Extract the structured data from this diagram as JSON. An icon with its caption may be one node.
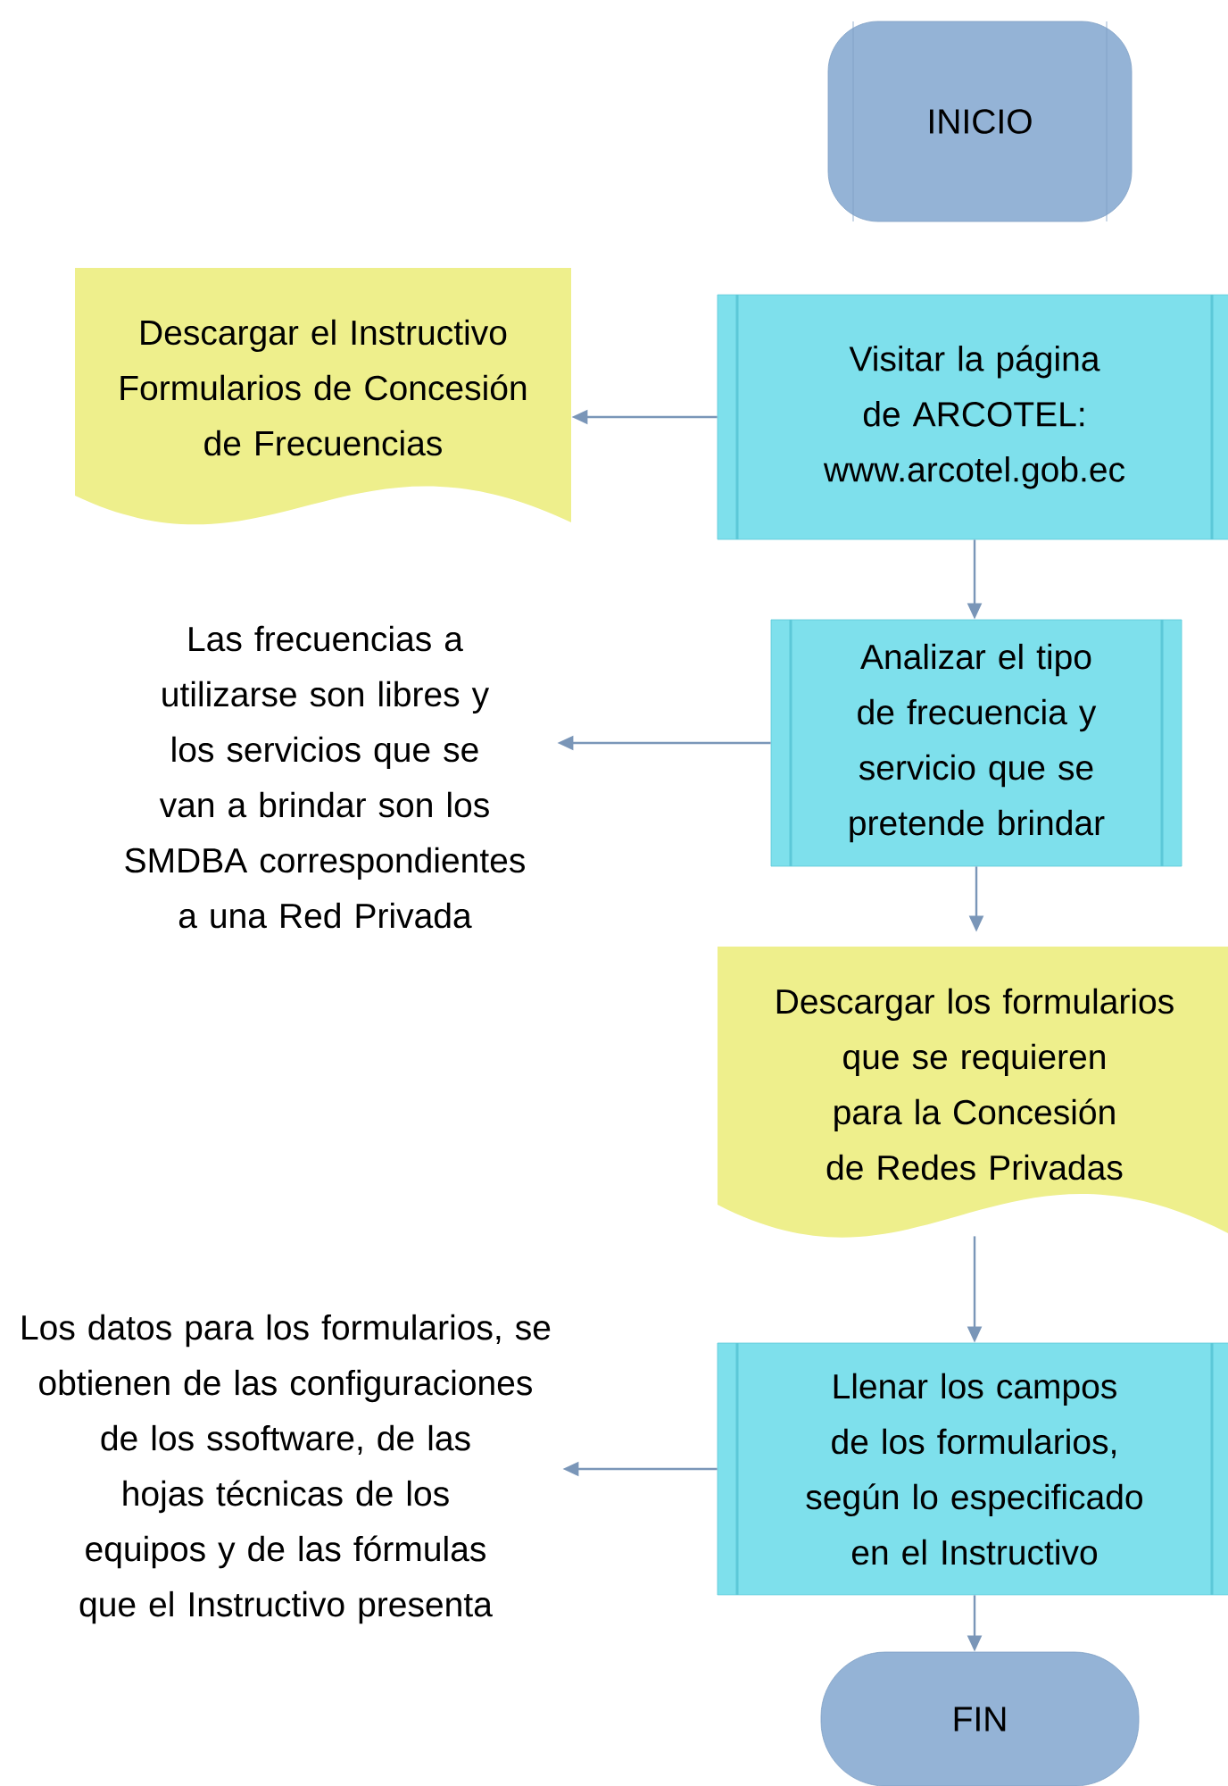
{
  "diagram": {
    "nodes": [
      {
        "text": [
          "INICIO"
        ]
      },
      {
        "text": [
          "Descargar el Instructivo Formularios de Concesión de Frecuencias"
        ]
      },
      {
        "text": [
          "Visitar la página de ARCOTEL: www.arcotel.gob.ec"
        ]
      },
      {
        "text": [
          "Las frecuencias a utilizarse son libres y los servicios que se van a brindar son los SMDBA correspondientes a una Red Privada"
        ]
      },
      {
        "text": [
          "Analizar el tipo de frecuencia y servicio que se pretende brindar"
        ]
      },
      {
        "text": [
          "Descargar los formularios que se requieren para la Concesión de Redes Privadas"
        ]
      },
      {
        "text": [
          "Los datos para los formularios, se obtienen de las configuraciones de los ssoftware, de las hojas técnicas de los equipos y de las fórmulas que el Instructivo presenta"
        ]
      },
      {
        "text": [
          "Llenar los campos de los formularios, según lo especificado en el Instructivo"
        ]
      },
      {
        "text": [
          "FIN"
        ]
      }
    ],
    "edges": [
      {
        "from": 2,
        "to": 1,
        "arrow": "to"
      },
      {
        "from": 2,
        "to": 4,
        "arrow": "to"
      },
      {
        "from": 4,
        "to": 3,
        "arrow": "to"
      },
      {
        "from": 4,
        "to": 5,
        "arrow": "to"
      },
      {
        "from": 5,
        "to": 7,
        "arrow": "to"
      },
      {
        "from": 7,
        "to": 6,
        "arrow": "to"
      },
      {
        "from": 7,
        "to": 8,
        "arrow": "to"
      }
    ]
  }
}
